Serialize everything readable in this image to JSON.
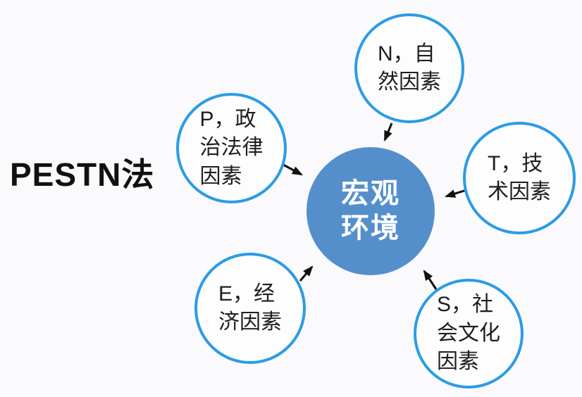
{
  "title": "PESTN法",
  "colors": {
    "background": "#faf9fc",
    "center_fill": "#548fcc",
    "node_fill": "#fdfdfe",
    "node_border": "#2b9ce5",
    "text": "#1e1e1e",
    "center_text": "#ffffff",
    "arrow": "#111111"
  },
  "center": {
    "id": "macro-environment",
    "lines": [
      "宏观",
      "环境"
    ]
  },
  "nodes": [
    {
      "id": "natural-factors",
      "letter": "N",
      "lines": [
        "N，自",
        "然因素"
      ]
    },
    {
      "id": "political-factors",
      "letter": "P",
      "lines": [
        "P，政",
        "治法律",
        "因素"
      ]
    },
    {
      "id": "technical-factors",
      "letter": "T",
      "lines": [
        "T，技",
        "术因素"
      ]
    },
    {
      "id": "economic-factors",
      "letter": "E",
      "lines": [
        "E，经",
        "济因素"
      ]
    },
    {
      "id": "social-factors",
      "letter": "S",
      "lines": [
        "S，社",
        "会文化",
        "因素"
      ]
    }
  ]
}
